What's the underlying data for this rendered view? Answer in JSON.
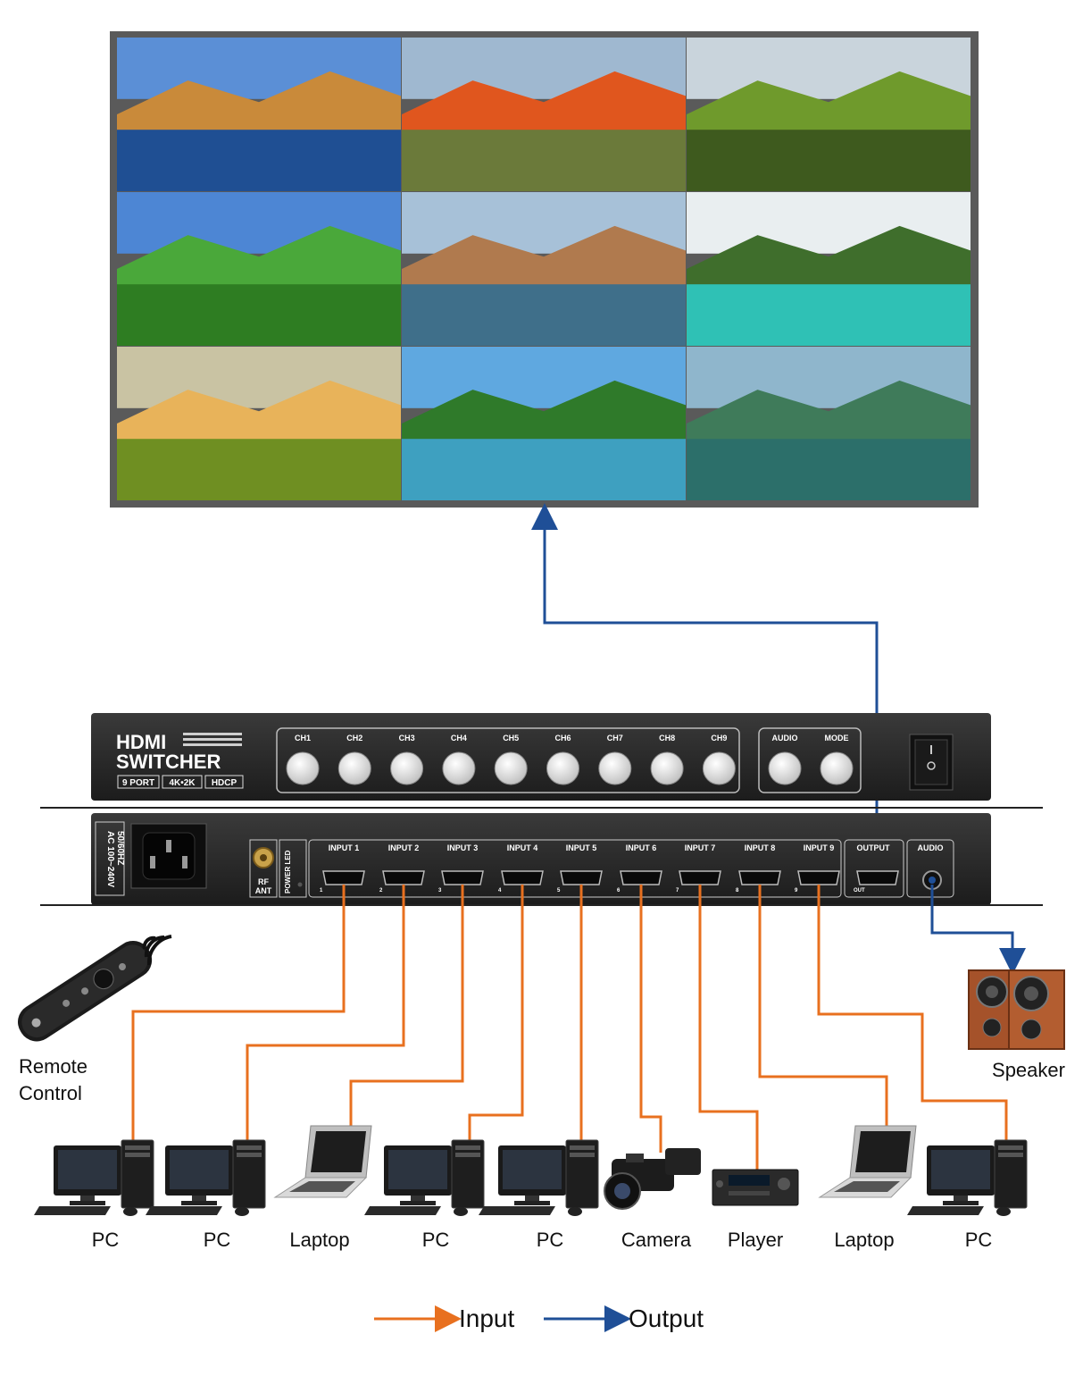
{
  "display": {
    "tiles": [
      {
        "sky": "#5b8fd6",
        "mid": "#c98a3a",
        "low": "#1f4f93"
      },
      {
        "sky": "#9fb8d0",
        "mid": "#e0561e",
        "low": "#6b7a3a"
      },
      {
        "sky": "#c9d4dc",
        "mid": "#6f9a2c",
        "low": "#3e5a1e"
      },
      {
        "sky": "#4d86d4",
        "mid": "#4aa83a",
        "low": "#2e7d22"
      },
      {
        "sky": "#a7c1d8",
        "mid": "#b07a4e",
        "low": "#3f6f8a"
      },
      {
        "sky": "#e9eef0",
        "mid": "#3f6e2c",
        "low": "#2fc1b5"
      },
      {
        "sky": "#c9c3a3",
        "mid": "#e8b35a",
        "low": "#6f8f22"
      },
      {
        "sky": "#5fa8e0",
        "mid": "#2f7a2a",
        "low": "#3ea0c0"
      },
      {
        "sky": "#8fb6cc",
        "mid": "#3f7b5a",
        "low": "#2c6f6a"
      }
    ]
  },
  "device": {
    "brand_line1": "HDMI",
    "brand_line2": "SWITCHER",
    "badges": [
      "9 PORT",
      "4K•2K",
      "HDCP"
    ],
    "channel_buttons": [
      "CH1",
      "CH2",
      "CH3",
      "CH4",
      "CH5",
      "CH6",
      "CH7",
      "CH8",
      "CH9"
    ],
    "function_buttons": [
      "AUDIO",
      "MODE"
    ],
    "power_spec_line1": "AC 100~240V",
    "power_spec_line2": "50/60HZ",
    "rf_line1": "RF",
    "rf_line2": "ANT",
    "power_led": "POWER LED",
    "inputs": [
      "INPUT 1",
      "INPUT 2",
      "INPUT 3",
      "INPUT 4",
      "INPUT 5",
      "INPUT 6",
      "INPUT 7",
      "INPUT 8",
      "INPUT 9"
    ],
    "input_numbers": [
      "1",
      "2",
      "3",
      "4",
      "5",
      "6",
      "7",
      "8",
      "9"
    ],
    "output_label": "OUTPUT",
    "output_port_label": "OUT",
    "audio_label": "AUDIO"
  },
  "sources": [
    "PC",
    "PC",
    "Laptop",
    "PC",
    "PC",
    "Camera",
    "Player",
    "Laptop",
    "PC"
  ],
  "remote_line1": "Remote",
  "remote_line2": "Control",
  "speaker_label": "Speaker",
  "legend": {
    "input": "Input",
    "output": "Output"
  },
  "colors": {
    "input": "#e8701f",
    "output": "#1f4f97",
    "device": "#2b2b2b"
  }
}
